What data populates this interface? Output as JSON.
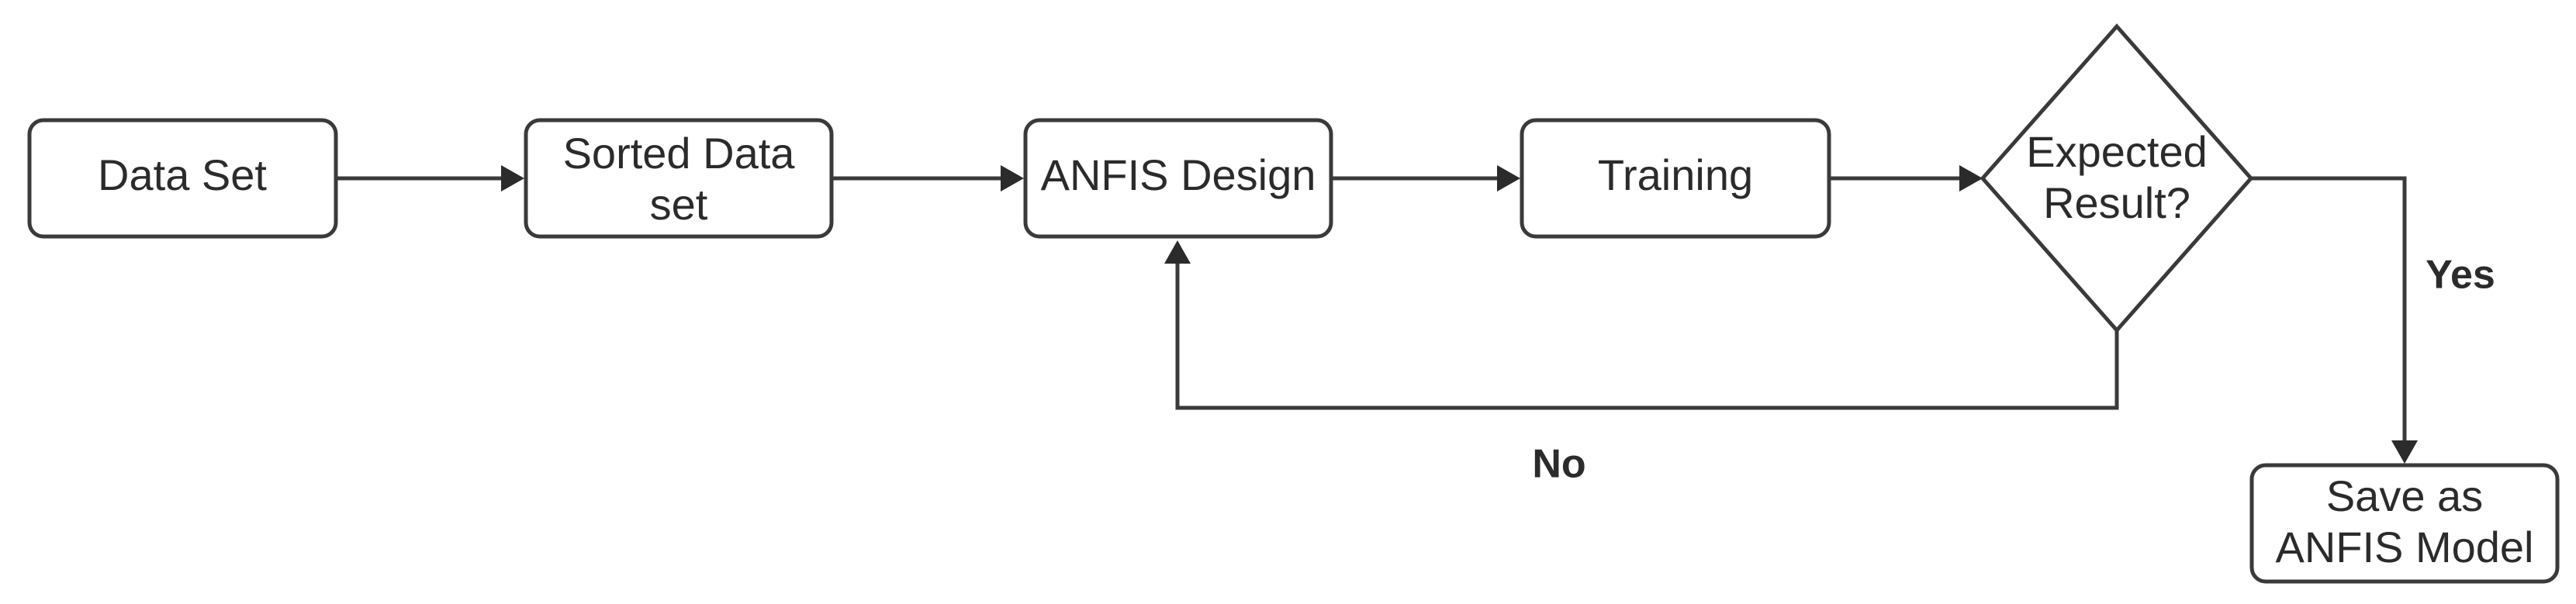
{
  "nodes": {
    "data_set": {
      "label": "Data Set"
    },
    "sorted_data_set": {
      "line1": "Sorted Data",
      "line2": "set"
    },
    "anfis_design": {
      "label": "ANFIS Design"
    },
    "training": {
      "label": "Training"
    },
    "expected_result": {
      "line1": "Expected",
      "line2": "Result?"
    },
    "save_model": {
      "line1": "Save as",
      "line2": "ANFIS Model"
    }
  },
  "edge_labels": {
    "yes": "Yes",
    "no": "No"
  },
  "colors": {
    "stroke": "#3a3a3a",
    "text": "#2b2b2b",
    "background": "#ffffff"
  }
}
